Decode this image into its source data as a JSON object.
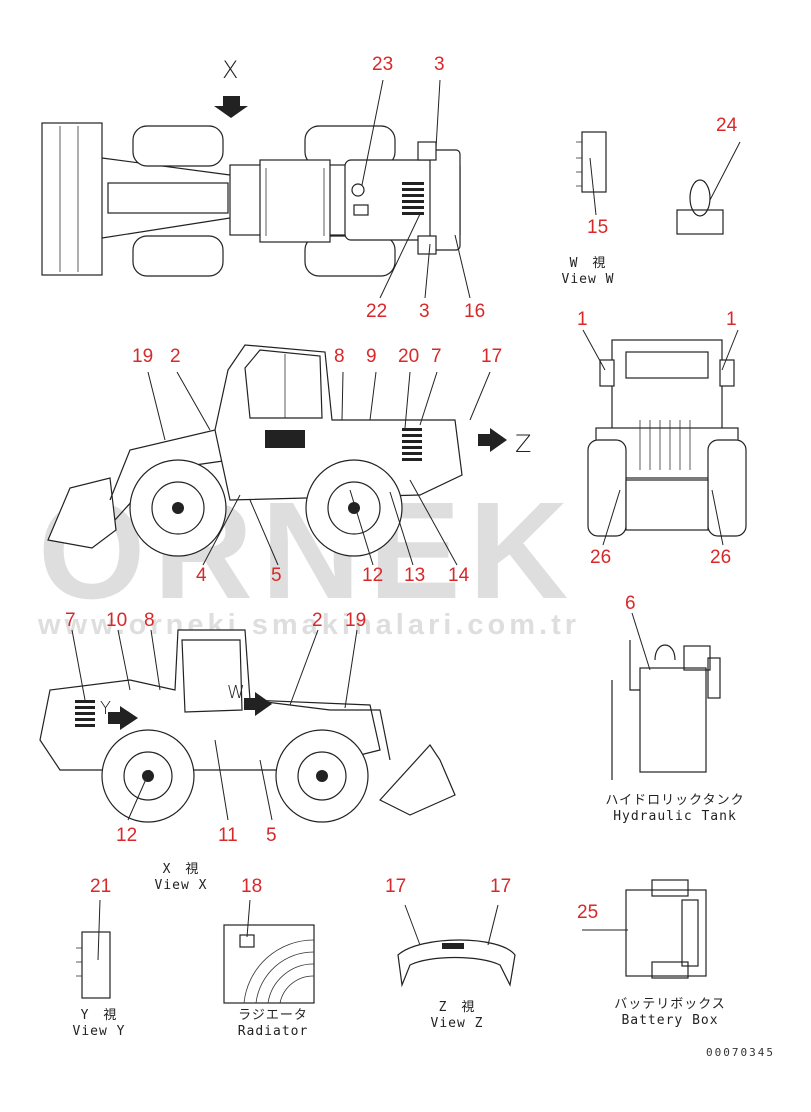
{
  "colors": {
    "callout": "#d8282a",
    "line": "#222222",
    "watermark": "#d9d9d9"
  },
  "watermark": {
    "logo": "ORNEK",
    "url": "www.orneki smakinalari.com.tr"
  },
  "view_labels": {
    "x_top": "X",
    "z_arrow": "Z",
    "y_side": "Y",
    "w_side": "W",
    "view_w": {
      "jp": "W　視",
      "en": "View W"
    },
    "view_x": {
      "jp": "X　視",
      "en": "View X"
    },
    "view_y": {
      "jp": "Y　視",
      "en": "View Y"
    },
    "view_z": {
      "jp": "Z　視",
      "en": "View Z"
    },
    "radiator": {
      "jp": "ラジエータ",
      "en": "Radiator"
    },
    "hydraulic_tank": {
      "jp": "ハイドロリックタンク",
      "en": "Hydraulic Tank"
    },
    "battery_box": {
      "jp": "バッテリボックス",
      "en": "Battery Box"
    }
  },
  "callouts": {
    "top_23": "23",
    "top_3a": "3",
    "top_22": "22",
    "top_3b": "3",
    "top_16": "16",
    "w_15": "15",
    "w_24": "24",
    "rear_1a": "1",
    "rear_1b": "1",
    "rear_26a": "26",
    "rear_26b": "26",
    "s1_19": "19",
    "s1_2": "2",
    "s1_8": "8",
    "s1_9": "9",
    "s1_20": "20",
    "s1_7": "7",
    "s1_17": "17",
    "s1_4": "4",
    "s1_5": "5",
    "s1_12": "12",
    "s1_13": "13",
    "s1_14": "14",
    "s2_7": "7",
    "s2_10": "10",
    "s2_8": "8",
    "s2_2": "2",
    "s2_19": "19",
    "s2_12": "12",
    "s2_11": "11",
    "s2_5": "5",
    "ht_6": "6",
    "y_21": "21",
    "rad_18": "18",
    "z_17a": "17",
    "z_17b": "17",
    "bb_25": "25"
  },
  "doc_number": "00070345"
}
